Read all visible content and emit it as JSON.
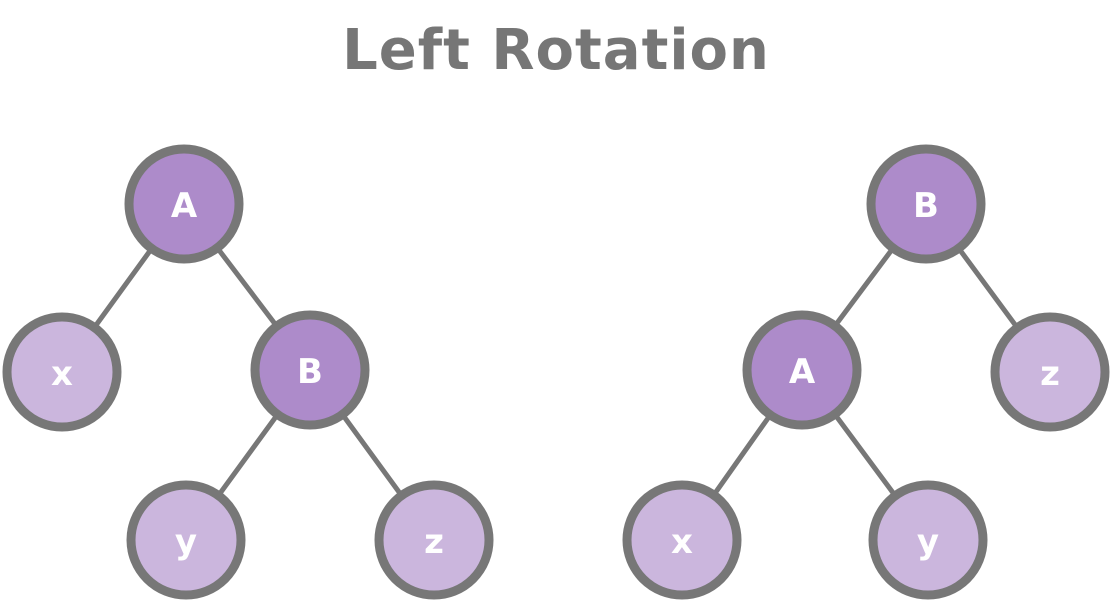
{
  "title": "Left Rotation",
  "colors": {
    "outline": "#777777",
    "dark_node": "#ad8bca",
    "light_node": "#cbb6dd",
    "label": "#ffffff",
    "title": "#767676"
  },
  "trees": [
    {
      "nodes": [
        {
          "id": "left-A",
          "label": "A",
          "shade": "dark"
        },
        {
          "id": "left-x",
          "label": "x",
          "shade": "light"
        },
        {
          "id": "left-B",
          "label": "B",
          "shade": "dark"
        },
        {
          "id": "left-y",
          "label": "y",
          "shade": "light"
        },
        {
          "id": "left-z",
          "label": "z",
          "shade": "light"
        }
      ],
      "edges": [
        [
          "left-A",
          "left-x"
        ],
        [
          "left-A",
          "left-B"
        ],
        [
          "left-B",
          "left-y"
        ],
        [
          "left-B",
          "left-z"
        ]
      ]
    },
    {
      "nodes": [
        {
          "id": "right-B",
          "label": "B",
          "shade": "dark"
        },
        {
          "id": "right-A",
          "label": "A",
          "shade": "dark"
        },
        {
          "id": "right-z",
          "label": "z",
          "shade": "light"
        },
        {
          "id": "right-x",
          "label": "x",
          "shade": "light"
        },
        {
          "id": "right-y",
          "label": "y",
          "shade": "light"
        }
      ],
      "edges": [
        [
          "right-B",
          "right-A"
        ],
        [
          "right-B",
          "right-z"
        ],
        [
          "right-A",
          "right-x"
        ],
        [
          "right-A",
          "right-y"
        ]
      ]
    }
  ]
}
